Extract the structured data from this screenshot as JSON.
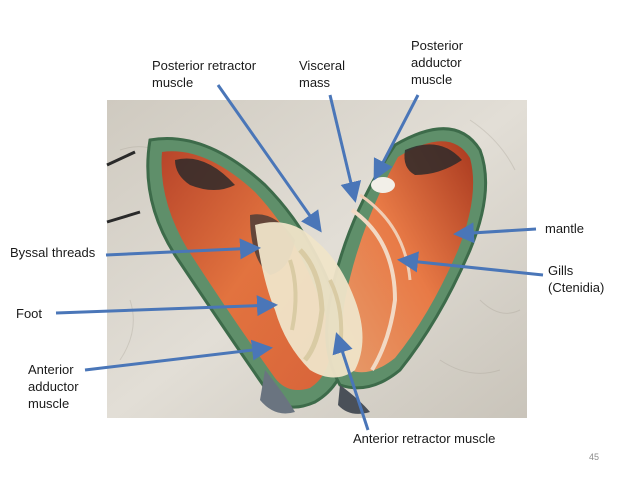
{
  "slide": {
    "page_number": "45",
    "colors": {
      "arrow": "#4a76b8",
      "background_rock": "#d8d4cc",
      "shell_edge": "#5f8f6a",
      "tissue_orange": "#e06a3a",
      "tissue_cream": "#efe4c8"
    }
  },
  "labels": {
    "posterior_retractor": "Posterior retractor\nmuscle",
    "visceral_mass": "Visceral\nmass",
    "posterior_adductor": "Posterior\nadductor\nmuscle",
    "mantle": "mantle",
    "byssal_threads": "Byssal threads",
    "gills": "Gills\n(Ctenidia)",
    "foot": "Foot",
    "anterior_adductor": "Anterior\nadductor\nmuscle",
    "anterior_retractor": "Anterior retractor muscle"
  }
}
